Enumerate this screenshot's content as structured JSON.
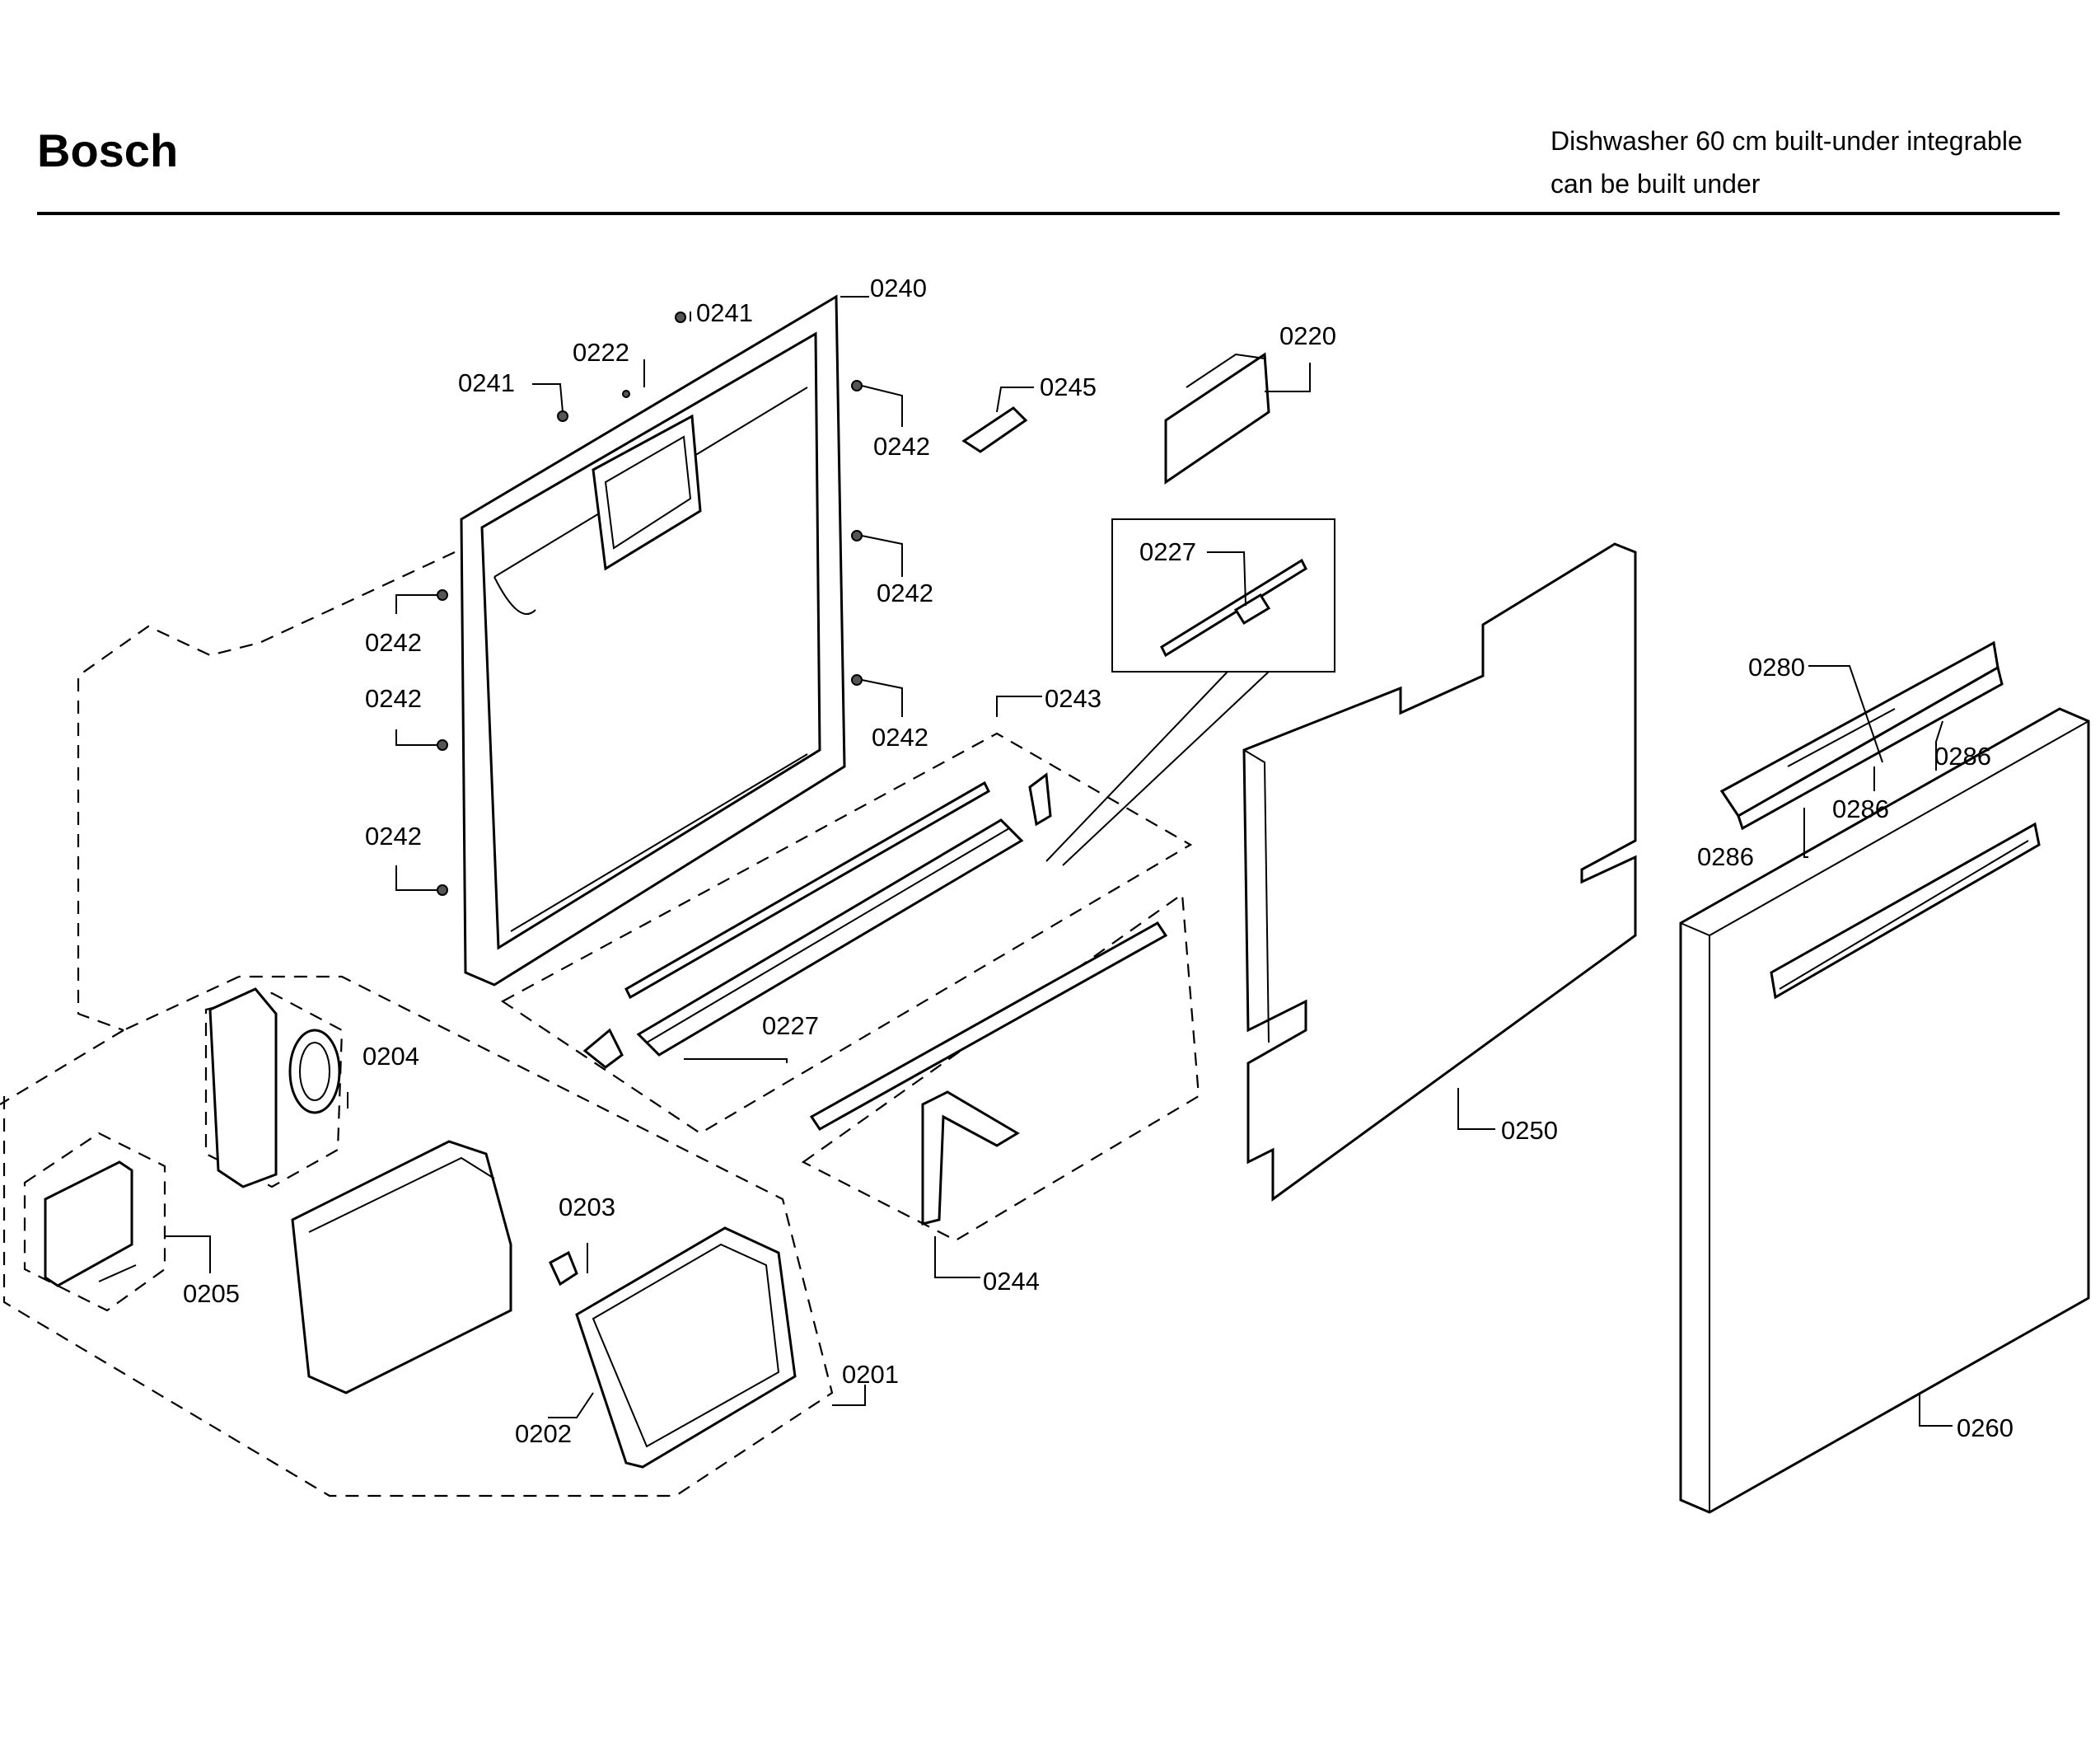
{
  "header": {
    "brand": "Bosch",
    "subtitle_line1": "Dishwasher 60 cm built-under integrable",
    "subtitle_line2": "can be built under"
  },
  "callouts": {
    "p0240": "0240",
    "p0241a": "0241",
    "p0241b": "0241",
    "p0222": "0222",
    "p0242a": "0242",
    "p0242b": "0242",
    "p0242c": "0242",
    "p0242d": "0242",
    "p0242e": "0242",
    "p0242f": "0242",
    "p0245": "0245",
    "p0220": "0220",
    "p0227a": "0227",
    "p0227b": "0227",
    "p0243": "0243",
    "p0244": "0244",
    "p0250": "0250",
    "p0260": "0260",
    "p0280": "0280",
    "p0286a": "0286",
    "p0286b": "0286",
    "p0286c": "0286",
    "p0204": "0204",
    "p0205": "0205",
    "p0203": "0203",
    "p0202": "0202",
    "p0201": "0201"
  }
}
